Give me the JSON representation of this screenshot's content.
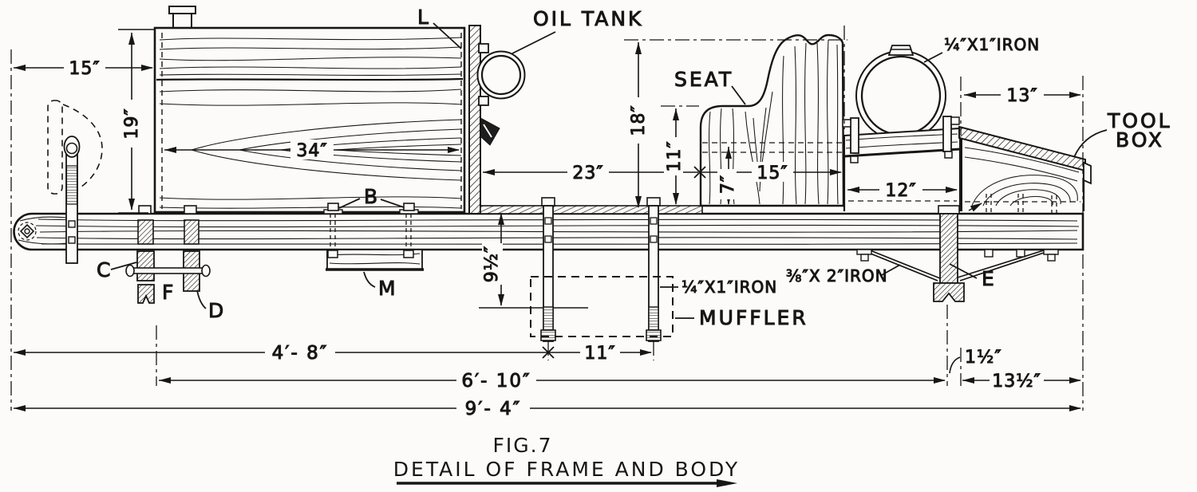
{
  "figure": {
    "number": "FIG.7",
    "caption": "DETAIL OF FRAME AND BODY"
  },
  "labels": {
    "l": "L",
    "oil_tank": "OIL TANK",
    "seat": "SEAT",
    "tool_box_line1": "TOOL",
    "tool_box_line2": "BOX",
    "muffler": "MUFFLER",
    "b": "B",
    "c": "C",
    "d": "D",
    "e": "E",
    "f": "F",
    "m": "M",
    "iron_top": "¼″X1″IRON",
    "iron_muffler": "¼″X1″IRON",
    "iron_brace": "⅜″X 2″IRON"
  },
  "dims": {
    "w15": "15″",
    "h19": "19″",
    "w34": "34″",
    "w23": "23″",
    "h18": "18″",
    "h11": "11″",
    "h7": "7″",
    "w15_seat": "15″",
    "w12": "12″",
    "w13": "13″",
    "h9_5": "9½″",
    "w11_muffler": "11″",
    "off1_5": "1½″",
    "w13_5": "13½″",
    "len4_8": "4′- 8″",
    "len6_10": "6′- 10″",
    "len9_4": "9′- 4″"
  }
}
